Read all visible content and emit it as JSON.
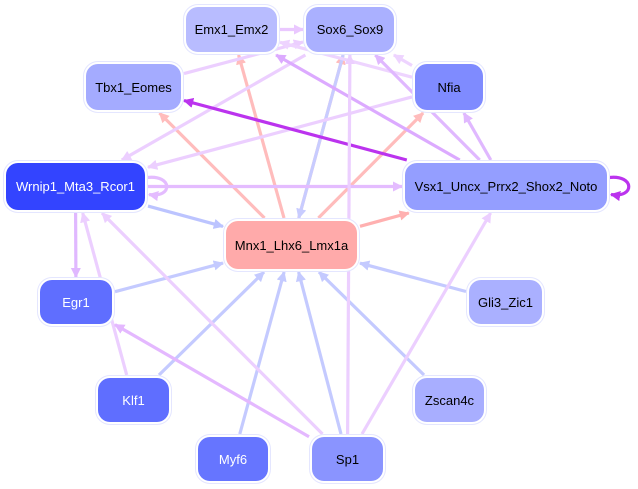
{
  "nodes": [
    {
      "id": "emx",
      "label": "Emx1_Emx2",
      "fill": "#b8bcff",
      "text": "#000000"
    },
    {
      "id": "sox",
      "label": "Sox6_Sox9",
      "fill": "#aab0ff",
      "text": "#000000"
    },
    {
      "id": "tbx",
      "label": "Tbx1_Eomes",
      "fill": "#a4abff",
      "text": "#000000"
    },
    {
      "id": "nfia",
      "label": "Nfia",
      "fill": "#7f8bff",
      "text": "#000000"
    },
    {
      "id": "wrn",
      "label": "Wrnip1_Mta3_Rcor1",
      "fill": "#3344ff",
      "text": "#ffffff"
    },
    {
      "id": "vsx",
      "label": "Vsx1_Uncx_Prrx2_Shox2_Noto",
      "fill": "#949eff",
      "text": "#000000"
    },
    {
      "id": "mnx",
      "label": "Mnx1_Lhx6_Lmx1a",
      "fill": "#ffaaaa",
      "text": "#000000"
    },
    {
      "id": "egr",
      "label": "Egr1",
      "fill": "#5f6eff",
      "text": "#ffffff"
    },
    {
      "id": "gli",
      "label": "Gli3_Zic1",
      "fill": "#aab0ff",
      "text": "#000000"
    },
    {
      "id": "klf",
      "label": "Klf1",
      "fill": "#5f6eff",
      "text": "#ffffff"
    },
    {
      "id": "zsc",
      "label": "Zscan4c",
      "fill": "#a8aeff",
      "text": "#000000"
    },
    {
      "id": "myf",
      "label": "Myf6",
      "fill": "#6675ff",
      "text": "#ffffff"
    },
    {
      "id": "sp1",
      "label": "Sp1",
      "fill": "#8a94ff",
      "text": "#000000"
    }
  ],
  "edges": [
    {
      "from": "mnx",
      "to": "emx",
      "color": "#ffbcbc"
    },
    {
      "from": "mnx",
      "to": "tbx",
      "color": "#ffbcbc"
    },
    {
      "from": "mnx",
      "to": "sox",
      "color": "#ffbcbc"
    },
    {
      "from": "mnx",
      "to": "nfia",
      "color": "#ffbcbc"
    },
    {
      "from": "mnx",
      "to": "vsx",
      "color": "#ffb0b0"
    },
    {
      "from": "sox",
      "to": "mnx",
      "color": "#c8ccff"
    },
    {
      "from": "wrn",
      "to": "mnx",
      "color": "#bcc4ff"
    },
    {
      "from": "egr",
      "to": "mnx",
      "color": "#c4caff"
    },
    {
      "from": "klf",
      "to": "mnx",
      "color": "#c4caff"
    },
    {
      "from": "myf",
      "to": "mnx",
      "color": "#c4caff"
    },
    {
      "from": "sp1",
      "to": "mnx",
      "color": "#c4caff"
    },
    {
      "from": "zsc",
      "to": "mnx",
      "color": "#c4caff"
    },
    {
      "from": "gli",
      "to": "mnx",
      "color": "#c4caff"
    },
    {
      "from": "emx",
      "to": "sox",
      "color": "#eac8ff"
    },
    {
      "from": "nfia",
      "to": "sox",
      "color": "#eed4ff"
    },
    {
      "from": "tbx",
      "to": "sox",
      "color": "#eccfff"
    },
    {
      "from": "sox",
      "to": "wrn",
      "color": "#eccfff"
    },
    {
      "from": "nfia",
      "to": "wrn",
      "color": "#eccfff"
    },
    {
      "from": "nfia",
      "to": "emx",
      "color": "#eed4ff"
    },
    {
      "from": "vsx",
      "to": "emx",
      "color": "#dcaaff"
    },
    {
      "from": "vsx",
      "to": "sox",
      "color": "#e0b8ff"
    },
    {
      "from": "vsx",
      "to": "nfia",
      "color": "#e0b8ff"
    },
    {
      "from": "vsx",
      "to": "tbx",
      "color": "#bb33ee"
    },
    {
      "from": "wrn",
      "to": "vsx",
      "color": "#e4bcff"
    },
    {
      "from": "wrn",
      "to": "egr",
      "color": "#e0b8ff"
    },
    {
      "from": "klf",
      "to": "wrn",
      "color": "#eccfff"
    },
    {
      "from": "sp1",
      "to": "wrn",
      "color": "#eccfff"
    },
    {
      "from": "sp1",
      "to": "egr",
      "color": "#e4b8ff"
    },
    {
      "from": "sp1",
      "to": "sox",
      "color": "#eccfff"
    },
    {
      "from": "sp1",
      "to": "vsx",
      "color": "#eccfff"
    },
    {
      "from": "wrn",
      "to": "wrn",
      "color": "#e4bcff"
    },
    {
      "from": "vsx",
      "to": "vsx",
      "color": "#bb33ee"
    }
  ]
}
